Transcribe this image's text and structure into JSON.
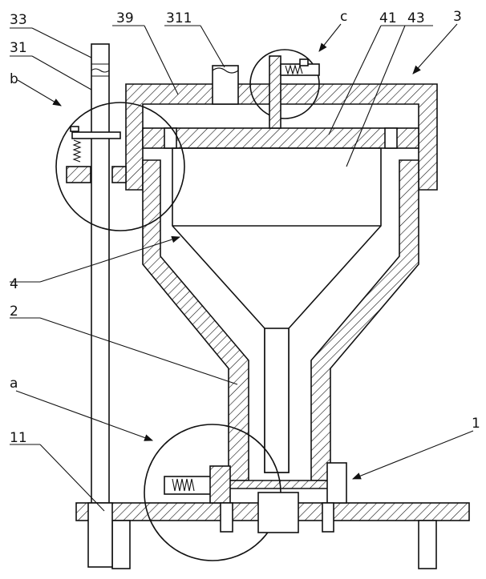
{
  "labels": {
    "l33": "33",
    "l31": "31",
    "lb": "b",
    "l39": "39",
    "l311": "311",
    "lc": "c",
    "l41": "41",
    "l43": "43",
    "l3": "3",
    "l4": "4",
    "l2": "2",
    "la": "a",
    "l11": "11",
    "l1": "1"
  }
}
